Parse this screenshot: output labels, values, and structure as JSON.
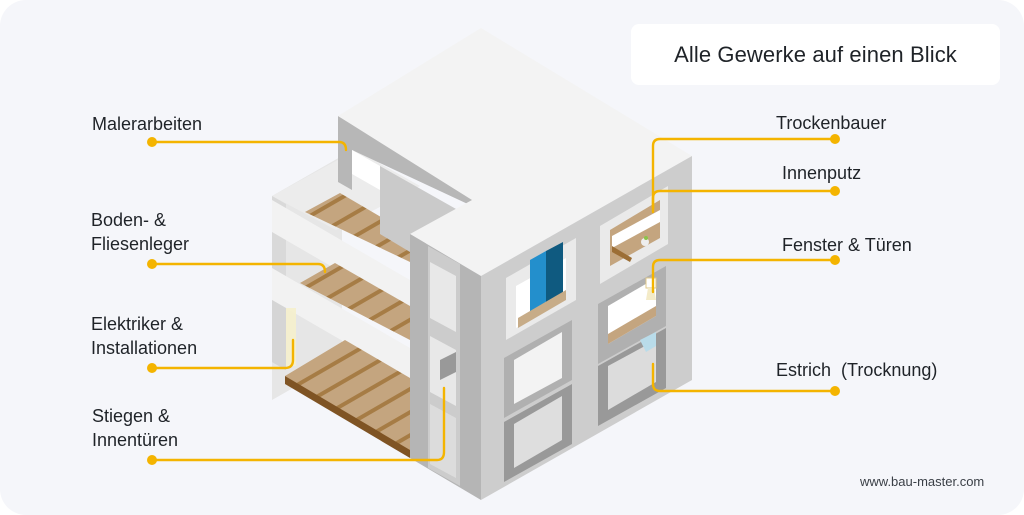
{
  "header": {
    "title": "Alle Gewerke auf einen Blick"
  },
  "labels_left": [
    {
      "text": "Malerarbeiten"
    },
    {
      "text": "Boden- &\nFliesenleger"
    },
    {
      "text": "Elektriker &\nInstallationen"
    },
    {
      "text": "Stiegen &\nInnentüren"
    }
  ],
  "labels_right": [
    {
      "text": "Trockenbauer"
    },
    {
      "text": "Innenputz"
    },
    {
      "text": "Fenster & Türen"
    },
    {
      "text": "Estrich  (Trocknung)"
    }
  ],
  "footer": {
    "url": "www.bau-master.com"
  },
  "colors": {
    "background": "#f5f6fa",
    "accent": "#f4b400",
    "wall_light": "#f2f2f2",
    "wall_mid": "#d0d0d0",
    "wall_dark": "#b3b3b3",
    "wood": "#c4a57f",
    "wood_stripe": "#a67c45",
    "window_blue": "#238fcc",
    "window_dark_blue": "#0f5a80"
  }
}
